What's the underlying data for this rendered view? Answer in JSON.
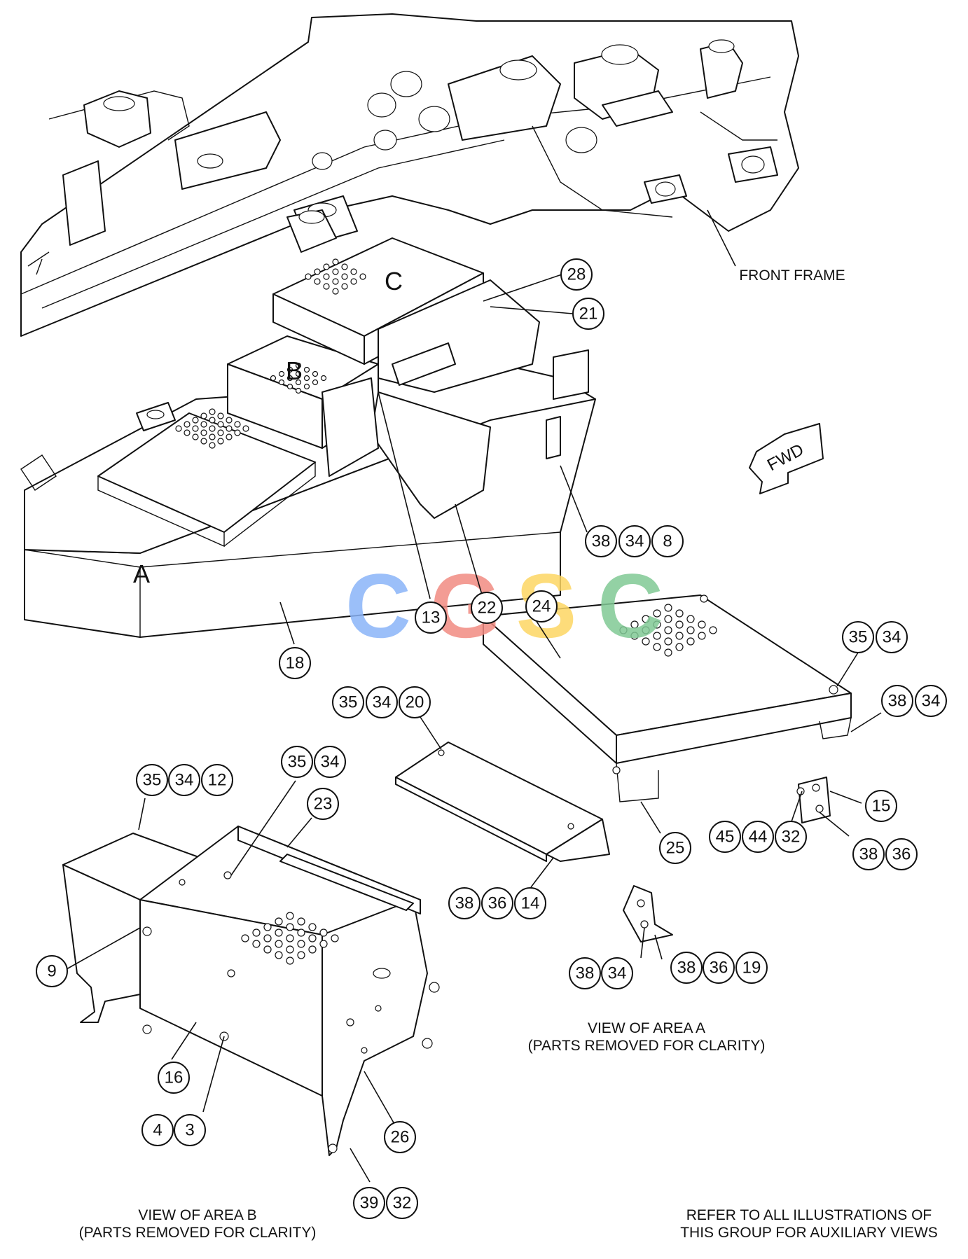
{
  "labels": {
    "front_frame": "FRONT FRAME",
    "fwd": "FWD",
    "area_a": "A",
    "area_b": "B",
    "area_c": "C",
    "view_a_line1": "VIEW OF AREA A",
    "view_a_line2": "(PARTS REMOVED FOR CLARITY)",
    "view_b_line1": "VIEW OF AREA B",
    "view_b_line2": "(PARTS REMOVED FOR CLARITY)",
    "refer_line1": "REFER TO ALL ILLUSTRATIONS OF",
    "refer_line2": "THIS GROUP FOR AUXILIARY VIEWS"
  },
  "watermark": {
    "letters": [
      "C",
      "G",
      "S",
      "C"
    ],
    "colors": [
      "#8ab4f8",
      "#f28b82",
      "#fdd663",
      "#81c995"
    ]
  },
  "callouts": {
    "c28": "28",
    "c21": "21",
    "c38a": "38",
    "c34a": "34",
    "c8": "8",
    "c13": "13",
    "c22": "22",
    "c24": "24",
    "c18": "18",
    "c35a": "35",
    "c34b": "34",
    "c38b": "38",
    "c34c": "34",
    "c35b": "35",
    "c34d": "34",
    "c20": "20",
    "c35c": "35",
    "c34e": "34",
    "c12": "12",
    "c35d": "35",
    "c34f": "34",
    "c23": "23",
    "c15": "15",
    "c45": "45",
    "c44": "44",
    "c32a": "32",
    "c38c": "38",
    "c36a": "36",
    "c25": "25",
    "c38d": "38",
    "c36b": "36",
    "c14": "14",
    "c9": "9",
    "c38e": "38",
    "c34g": "34",
    "c38f": "38",
    "c36c": "36",
    "c19": "19",
    "c16": "16",
    "c4": "4",
    "c3": "3",
    "c26": "26",
    "c39": "39",
    "c32b": "32"
  }
}
